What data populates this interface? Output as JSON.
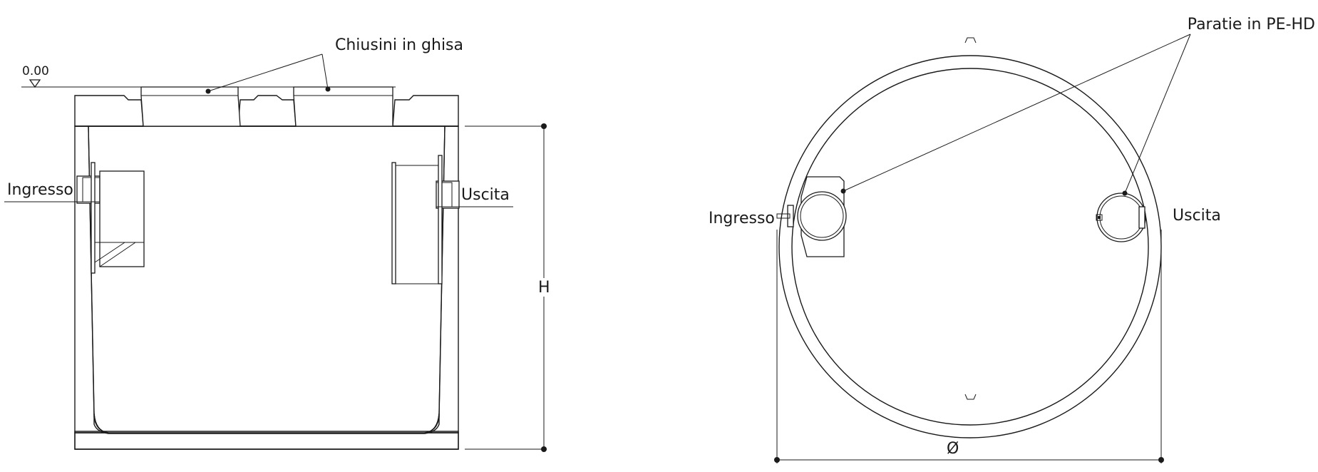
{
  "section_view": {
    "level_label": "0.00",
    "covers_label": "Chiusini in ghisa",
    "inlet_label": "Ingresso",
    "outlet_label": "Uscita",
    "height_label": "H"
  },
  "plan_view": {
    "baffle_label": "Paratie in PE-HD",
    "inlet_label": "Ingresso",
    "outlet_label": "Uscita",
    "diameter_label": "Ø"
  }
}
